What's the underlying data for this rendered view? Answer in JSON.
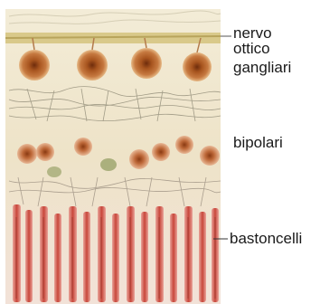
{
  "labels": {
    "nervo": "nervo",
    "ottico": "ottico",
    "gangliari": "gangliari",
    "bipolari": "bipolari",
    "bastoncelli": "bastoncelli"
  },
  "colors": {
    "background": "#ffffff",
    "nerve_band": "#d9c98a",
    "ganglion_cell": "#a8551f",
    "bipolar_cell": "#bf6a3a",
    "rod": "#c8463a",
    "tissue": "#eee6cf"
  }
}
